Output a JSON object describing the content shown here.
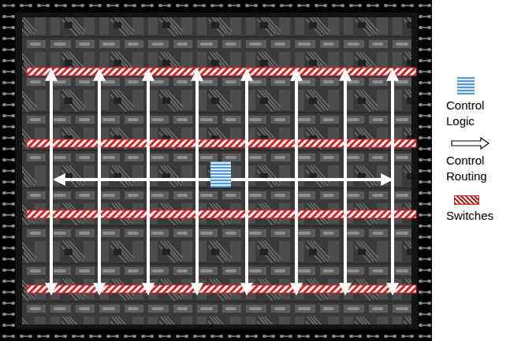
{
  "diagram": {
    "legend": [
      {
        "text": "Control Logic",
        "color": "#5b9bd5"
      },
      {
        "text": "Control Routing"
      },
      {
        "text": "Switches",
        "color": "#d42020"
      }
    ]
  }
}
